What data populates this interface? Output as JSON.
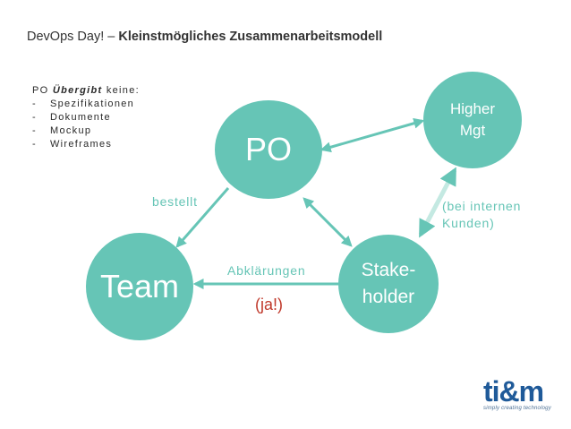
{
  "header": {
    "prefix": "DevOps Day! – ",
    "title": "Kleinstmögliches Zusammenarbeitsmodell"
  },
  "note": {
    "intro_a": "PO ",
    "intro_b": "Übergibt",
    "intro_c": " keine:",
    "items": [
      "Spezifikationen",
      "Dokumente",
      "Mockup",
      "Wireframes"
    ],
    "bullet": "-"
  },
  "nodes": {
    "po": "PO",
    "mgt_line1": "Higher",
    "mgt_line2": "Mgt",
    "team": "Team",
    "stake_line1": "Stake-",
    "stake_line2": "holder"
  },
  "edges": {
    "bestellt": "bestellt",
    "intern": "(bei internen Kunden)",
    "abklaerungen": "Abklärungen",
    "ja": "(ja!)"
  },
  "logo": {
    "word": "ti&m",
    "tagline": "simply creating technology"
  },
  "colors": {
    "teal": "#66c5b6",
    "red": "#c0392b",
    "logo_blue": "#1f5a99"
  }
}
